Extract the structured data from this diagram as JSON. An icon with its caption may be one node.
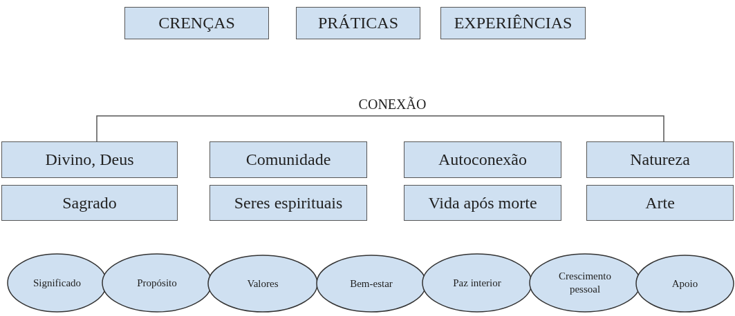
{
  "diagram": {
    "nodes": [
      {
        "text": [
          "CRENÇAS"
        ]
      },
      {
        "text": [
          "PRÁTICAS"
        ]
      },
      {
        "text": [
          "EXPERIÊNCIAS"
        ]
      },
      {
        "text": [
          "Divino, Deus"
        ]
      },
      {
        "text": [
          "Comunidade"
        ]
      },
      {
        "text": [
          "Autoconexão"
        ]
      },
      {
        "text": [
          "Natureza"
        ]
      },
      {
        "text": [
          "Sagrado"
        ]
      },
      {
        "text": [
          "Seres espirituais"
        ]
      },
      {
        "text": [
          "Vida após morte"
        ]
      },
      {
        "text": [
          "Arte"
        ]
      },
      {
        "text": [
          "Significado"
        ]
      },
      {
        "text": [
          "Propósito"
        ]
      },
      {
        "text": [
          "Valores"
        ]
      },
      {
        "text": [
          "Bem-estar"
        ]
      },
      {
        "text": [
          "Paz interior"
        ]
      },
      {
        "text": [
          "Crescimento pessoal"
        ]
      },
      {
        "text": [
          "Apoio"
        ]
      }
    ],
    "edges": [],
    "labels": [
      "CONEXÃO"
    ]
  }
}
